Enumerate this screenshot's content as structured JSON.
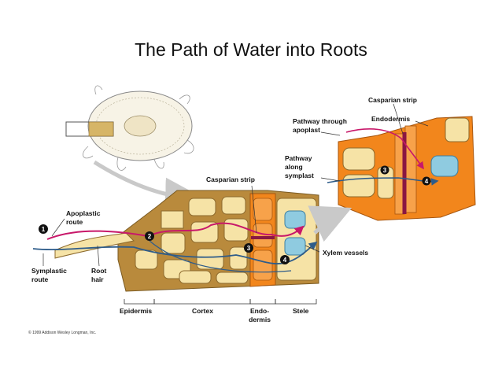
{
  "title": "The Path of Water into Roots",
  "labels": {
    "apoplastic_route": "Apoplastic route",
    "symplastic_route": "Symplastic route",
    "root_hair": "Root hair",
    "casparian_strip_main": "Casparian strip",
    "casparian_strip_inset": "Casparian strip",
    "pathway_apoplast": "Pathway through apoplast",
    "pathway_symplast": "Pathway along symplast",
    "endodermis_inset": "Endodermis",
    "xylem_vessels": "Xylem vessels",
    "epidermis": "Epidermis",
    "cortex": "Cortex",
    "endodermis_bottom": "Endo-dermis",
    "stele": "Stele"
  },
  "step_numbers": [
    "1",
    "2",
    "3",
    "4"
  ],
  "copyright": "© 1999 Addison Wesley Longman, Inc.",
  "colors": {
    "cell_fill": "#f6e3a6",
    "cell_wall": "#b98a3c",
    "endodermis": "#f2861c",
    "apoplast_path": "#c8186a",
    "symplast_path": "#2e5c8a",
    "xylem": "#8fcbe0",
    "casparian": "#8a1742"
  }
}
